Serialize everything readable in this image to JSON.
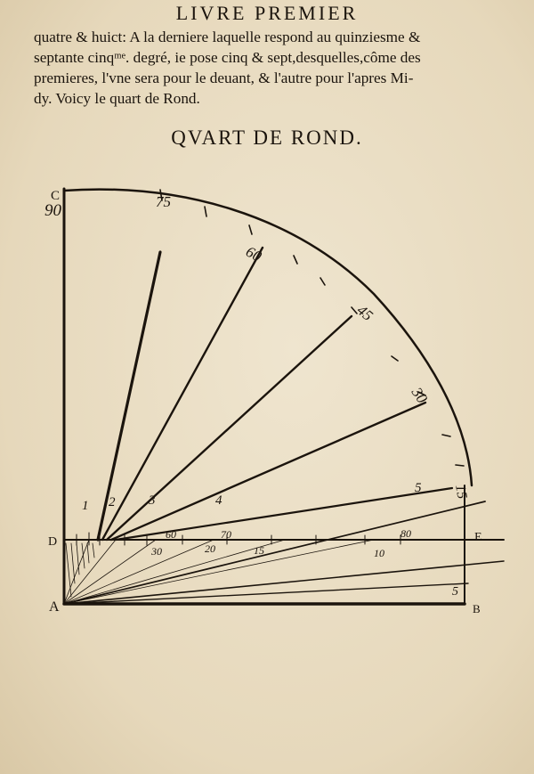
{
  "running_head": "LIVRE PREMIER",
  "body_lines": [
    "quatre & huict: A la derniere laquelle respond au quinziesme &",
    "septante cinqᵐᵉ. degré, ie pose cinq & sept,desquelles,côme des",
    "premieres, l'vne sera pour le deuant, & l'autre pour l'apres Mi-",
    "dy. Voicy le quart de Rond."
  ],
  "figure_title": "QVART DE ROND.",
  "figure": {
    "points": {
      "A": "A",
      "B": "B",
      "C": "C",
      "D": "D",
      "E": "E"
    },
    "arc_labels": [
      "90",
      "75",
      "60",
      "45",
      "30",
      "15"
    ],
    "line_labels": [
      "1",
      "2",
      "3",
      "4",
      "5"
    ],
    "hour_labels": [
      "60",
      "70",
      "80",
      "30",
      "20",
      "15",
      "10",
      "5"
    ]
  }
}
